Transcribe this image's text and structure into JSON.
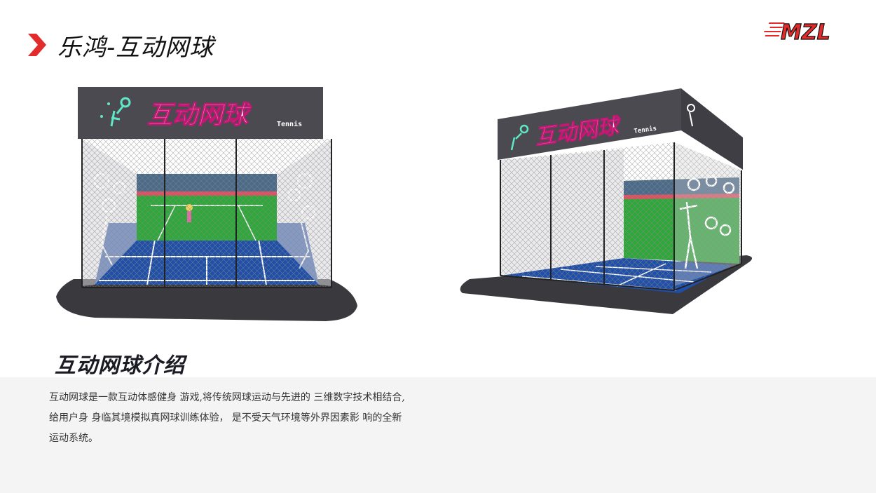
{
  "header": {
    "title": "乐鸿-互动网球",
    "logo_text": "MZL"
  },
  "booths": [
    {
      "sign_title": "互动网球",
      "sign_subtitle": "Tennis"
    },
    {
      "sign_title": "互动网球",
      "sign_subtitle": "Tennis"
    }
  ],
  "section": {
    "heading": "互动网球介绍",
    "lines": [
      "互动网球是一款互动体感健身 游戏,将传统网球运动与先进的 三维数字技术相结合,",
      "给用户身 身临其境模拟真网球训练体验， 是不受天气环境等外界因素影 响的全新",
      "运动系统。"
    ]
  },
  "colors": {
    "accent": "#e32b2b",
    "sign": "#4a4a50",
    "court_blue": "#1f4fa8",
    "turf": "#2fa83a",
    "panel_bg": "#f4f4f4",
    "sign_text": "#ffffff",
    "sign_shadow": "#c01873",
    "icon": "#5fe8c8"
  }
}
